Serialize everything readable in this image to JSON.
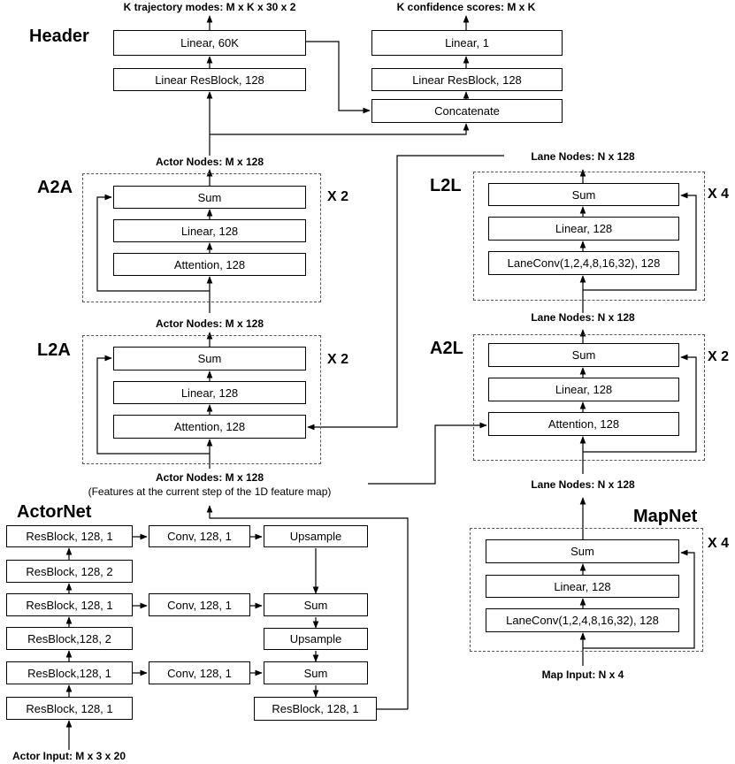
{
  "header": {
    "title": "Header",
    "output_traj": "K trajectory modes: M x K x 30 x 2",
    "output_conf": "K confidence scores: M x K",
    "linear_60k": "Linear, 60K",
    "resblock_left": "Linear ResBlock, 128",
    "linear_1": "Linear, 1",
    "resblock_right": "Linear ResBlock, 128",
    "concatenate": "Concatenate"
  },
  "a2a": {
    "title": "A2A",
    "repeat": "X 2",
    "output": "Actor Nodes: M x 128",
    "sum": "Sum",
    "linear": "Linear, 128",
    "attention": "Attention, 128"
  },
  "l2a": {
    "title": "L2A",
    "repeat": "X 2",
    "output": "Actor Nodes: M x 128",
    "sum": "Sum",
    "linear": "Linear, 128",
    "attention": "Attention, 128"
  },
  "l2l": {
    "title": "L2L",
    "repeat": "X 4",
    "output": "Lane Nodes: N x 128",
    "sum": "Sum",
    "linear": "Linear, 128",
    "laneconv": "LaneConv(1,2,4,8,16,32), 128"
  },
  "a2l": {
    "title": "A2L",
    "repeat": "X 2",
    "output": "Lane Nodes: N x 128",
    "sum": "Sum",
    "linear": "Linear, 128",
    "attention": "Attention, 128"
  },
  "actornet": {
    "title": "ActorNet",
    "output": "Actor Nodes: M x 128",
    "output_note": "(Features at the current step of the 1D feature map)",
    "input": "Actor Input: M x 3 x 20",
    "col1": [
      "ResBlock, 128, 1",
      "ResBlock, 128, 2",
      "ResBlock, 128, 1",
      "ResBlock,128, 2",
      "ResBlock,128, 1",
      "ResBlock, 128, 1"
    ],
    "col2": [
      "Conv, 128, 1",
      "Conv, 128, 1",
      "Conv, 128, 1"
    ],
    "col3": [
      "Upsample",
      "Sum",
      "Upsample",
      "Sum",
      "ResBlock, 128, 1"
    ]
  },
  "mapnet": {
    "title": "MapNet",
    "repeat": "X 4",
    "output": "Lane Nodes: N x 128",
    "input": "Map Input: N x 4",
    "sum": "Sum",
    "linear": "Linear, 128",
    "laneconv": "LaneConv(1,2,4,8,16,32), 128"
  }
}
